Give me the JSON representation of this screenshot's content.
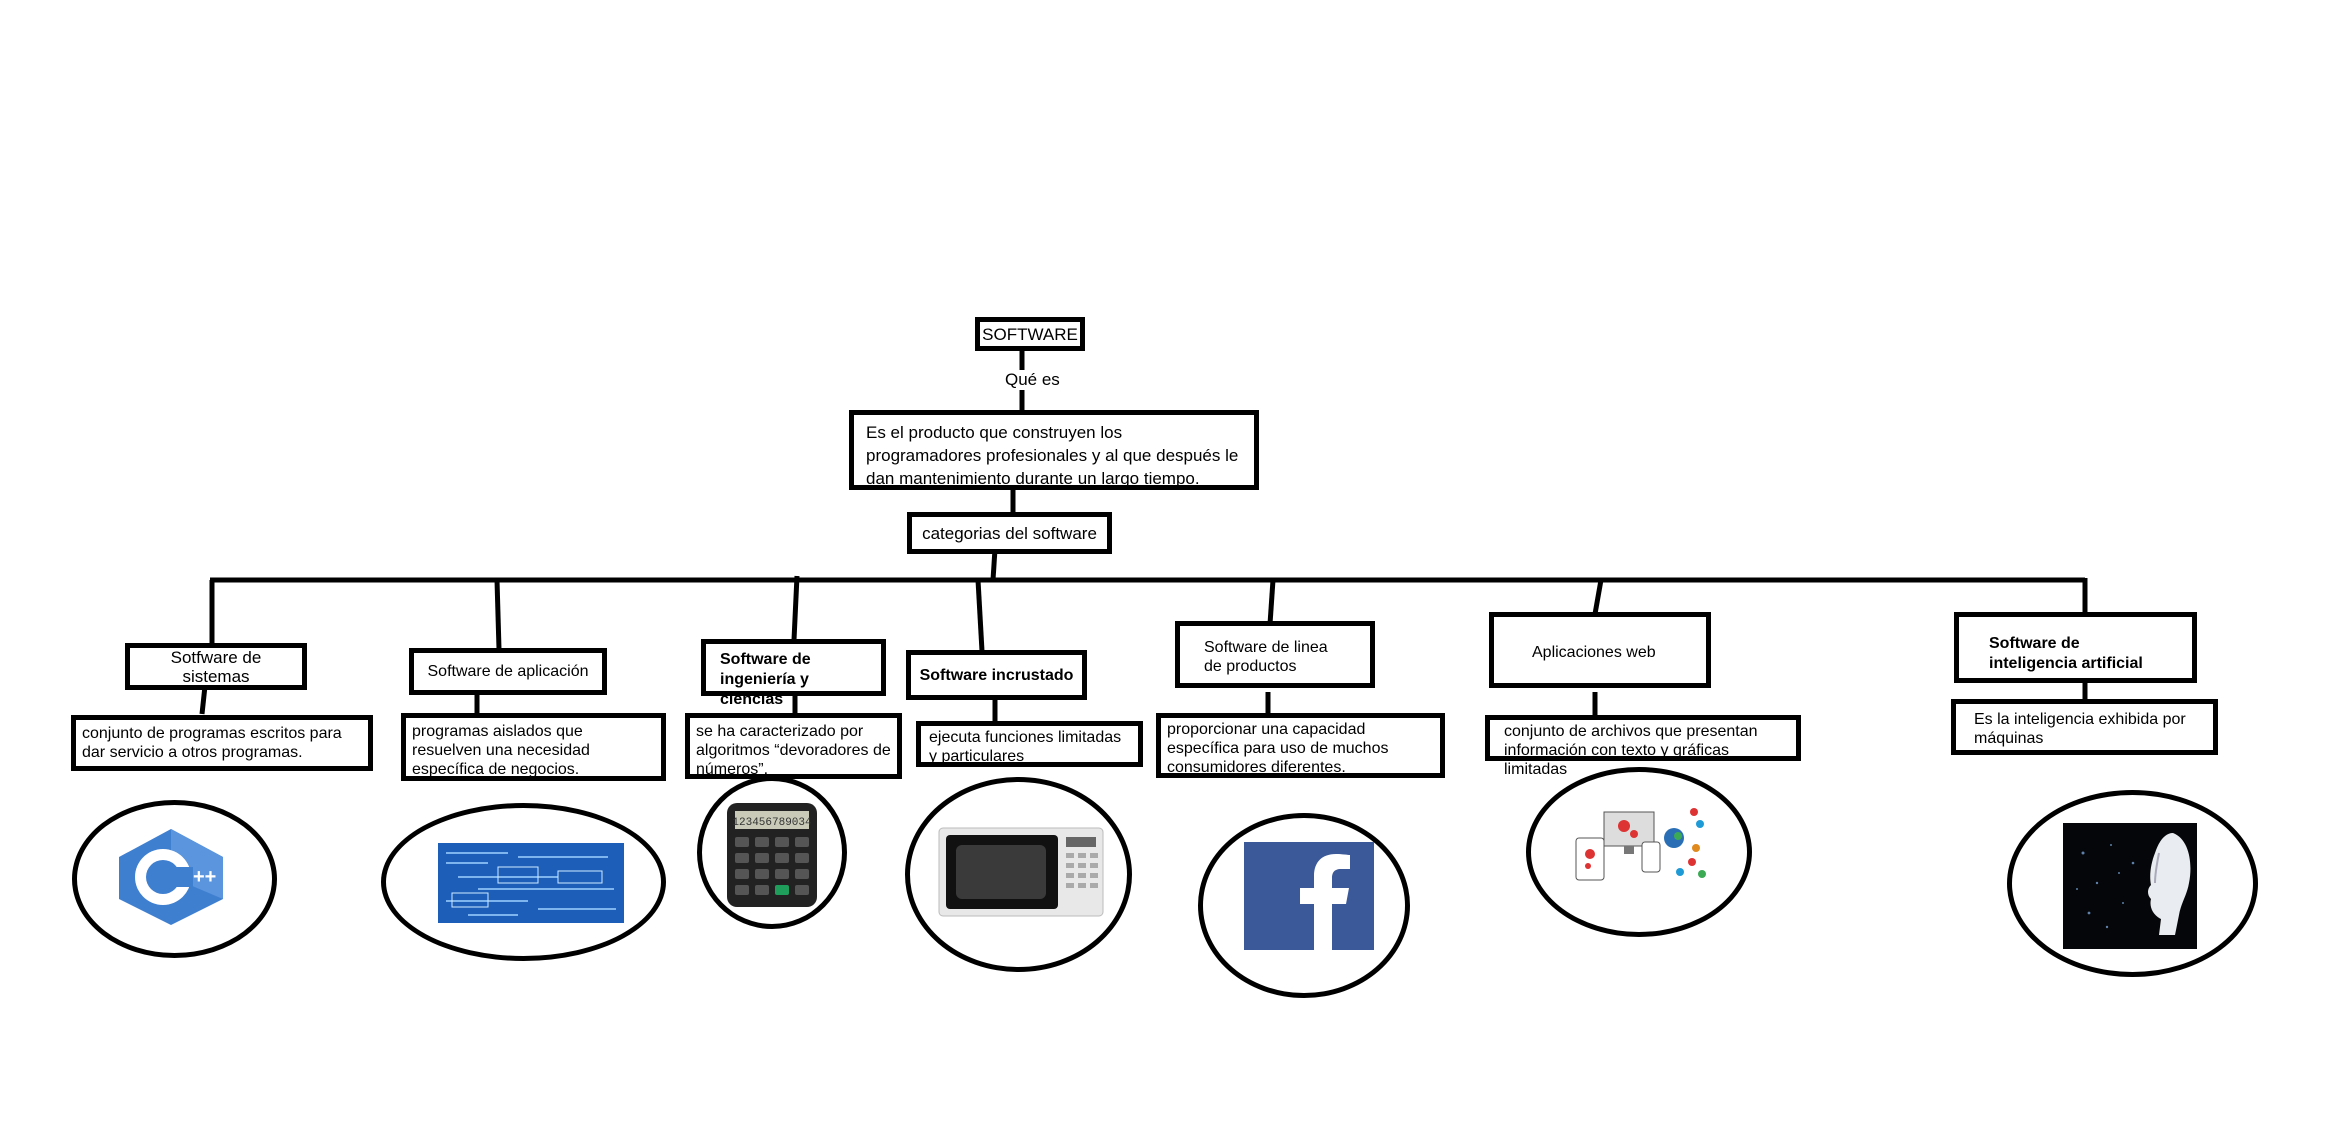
{
  "root": {
    "title": "SOFTWARE"
  },
  "what_is_label": "Qué es",
  "definition": "Es el producto que construyen los programadores profesionales y al que después le dan mantenimiento durante un largo tiempo.",
  "categories_label": "categorias del software",
  "categories": [
    {
      "title": "Sotfware de sistemas",
      "description": "conjunto de programas escritos para dar servicio a otros programas.",
      "image_icon": "cpp-logo-icon"
    },
    {
      "title": "Software de aplicación",
      "description": "programas aislados que resuelven una necesidad específica de negocios.",
      "image_icon": "code-screen-icon"
    },
    {
      "title": "Software de ingeniería y ciencias",
      "description": "se ha caracterizado por algoritmos “devoradores de números”.",
      "image_icon": "calculator-icon"
    },
    {
      "title": "Software incrustado",
      "description": "ejecuta funciones limitadas y particulares",
      "image_icon": "microwave-icon"
    },
    {
      "title": "Software de linea de productos",
      "description": "proporcionar una capacidad específica para uso de muchos consumidores diferentes.",
      "image_icon": "facebook-logo-icon"
    },
    {
      "title": "Aplicaciones web",
      "description": "conjunto de archivos que presentan información con texto y gráficas limitadas",
      "image_icon": "web-devices-icon"
    },
    {
      "title": "Software de inteligencia artificial",
      "description": "Es la inteligencia exhibida por máquinas",
      "image_icon": "ai-robot-icon"
    }
  ],
  "calculator_display": "123456789034",
  "colors": {
    "line": "#000000",
    "cpp_blue": "#3f7fd0",
    "facebook_blue": "#3b5998",
    "code_blue": "#1d5fb8"
  }
}
